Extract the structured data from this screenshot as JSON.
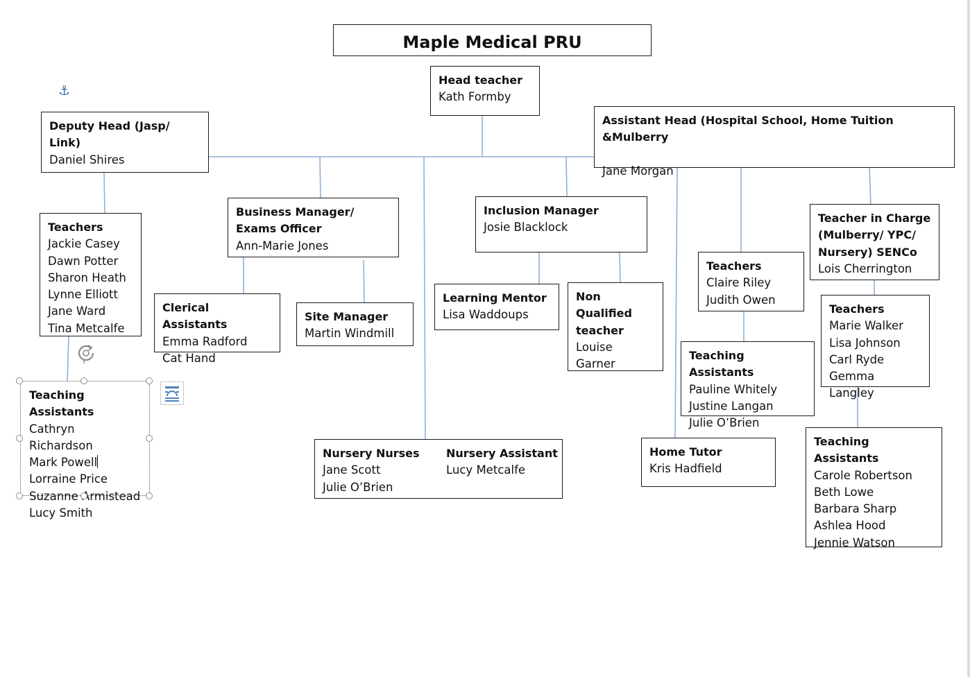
{
  "title": "Maple Medical PRU",
  "head_teacher": {
    "heading": "Head teacher",
    "name": "Kath Formby"
  },
  "deputy_head": {
    "heading": "Deputy  Head (Jasp/ Link)",
    "name": "Daniel Shires"
  },
  "assistant_head": {
    "heading": "Assistant Head (Hospital School, Home Tuition &Mulberry",
    "name": "Jane Morgan"
  },
  "deputy_teachers": {
    "heading": "Teachers",
    "names": [
      "Jackie Casey",
      "Dawn Potter",
      "Sharon Heath",
      "Lynne Elliott",
      "Jane Ward",
      "Tina Metcalfe"
    ]
  },
  "deputy_tas": {
    "heading": "Teaching Assistants",
    "names": [
      "Cathryn Richardson",
      "Mark Powell",
      "Lorraine Price",
      "Suzanne Armistead",
      "Lucy Smith"
    ]
  },
  "business_manager": {
    "heading": "Business Manager/ Exams Officer",
    "name": "Ann-Marie Jones"
  },
  "clerical": {
    "heading": "Clerical Assistants",
    "names": [
      "Emma Radford",
      "Cat Hand"
    ]
  },
  "site_manager": {
    "heading": "Site Manager",
    "name": "Martin Windmill"
  },
  "inclusion_manager": {
    "heading": "Inclusion Manager",
    "name": "Josie Blacklock"
  },
  "learning_mentor": {
    "heading": "Learning Mentor",
    "name": "Lisa Waddoups"
  },
  "non_qualified": {
    "heading_lines": [
      "Non",
      "Qualified",
      "teacher"
    ],
    "name": "Louise Garner"
  },
  "nursery": {
    "nurses_heading": "Nursery Nurses",
    "nurses": [
      "Jane Scott",
      "Julie O’Brien"
    ],
    "assistant_heading": "Nursery Assistant",
    "assistant": "Lucy Metcalfe"
  },
  "ah_teachers": {
    "heading": "Teachers",
    "names": [
      "Claire Riley",
      "Judith Owen"
    ]
  },
  "ah_tas": {
    "heading": "Teaching Assistants",
    "names": [
      "Pauline Whitely",
      "Justine Langan",
      "Julie O’Brien"
    ]
  },
  "home_tutor": {
    "heading": "Home Tutor",
    "name": "Kris Hadfield"
  },
  "teacher_in_charge": {
    "heading_lines": [
      "Teacher in Charge",
      "(Mulberry/ YPC/",
      "Nursery) SENCo"
    ],
    "name": "Lois Cherrington"
  },
  "tic_teachers": {
    "heading": "Teachers",
    "names": [
      "Marie Walker",
      "Lisa Johnson",
      "Carl Ryde",
      "Gemma Langley"
    ]
  },
  "tic_tas": {
    "heading": "Teaching Assistants",
    "names": [
      "Carole Robertson",
      "Beth Lowe",
      "Barbara Sharp",
      "Ashlea Hood",
      "Jennie Watson"
    ]
  },
  "icons": {
    "anchor": "anchor-icon",
    "rotate": "rotate-handle-icon",
    "layout": "layout-options-icon"
  },
  "colors": {
    "connector": "#8fb1d6",
    "border": "#1a1a1a",
    "anchor": "#3c6fb4"
  }
}
